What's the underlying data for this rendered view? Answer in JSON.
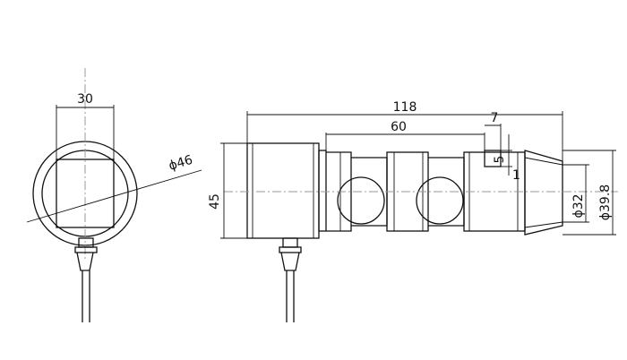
{
  "dimensions": {
    "end_view_width": "30",
    "end_view_diameter": "ϕ46",
    "body_height": "45",
    "overall_length": "118",
    "pin_section_length": "60",
    "slot_width": "7",
    "slot_depth": "5",
    "slot_offset": "1",
    "inner_diameter": "ϕ32",
    "outer_diameter": "ϕ39.8"
  },
  "colors": {
    "line": "#111111",
    "background": "#ffffff",
    "center_line": "#999999"
  }
}
